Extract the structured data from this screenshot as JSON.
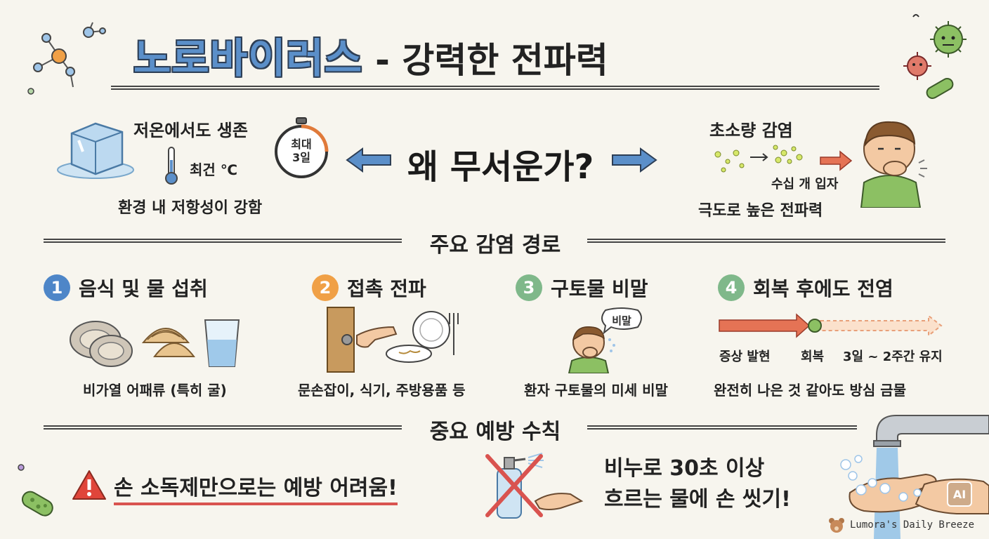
{
  "title": {
    "main": "노로바이러스",
    "sub": "- 강력한 전파력"
  },
  "why": {
    "center": "왜 무서운가?",
    "left": {
      "heading": "저온에서도 생존",
      "temp": "최건 ℃",
      "timer": "최대 3일",
      "caption": "환경 내 저항성이 강함"
    },
    "right": {
      "heading": "초소량 감염",
      "particles": "수십 개 입자",
      "caption": "극도로 높은 전파력"
    }
  },
  "routes": {
    "heading": "주요 감염 경로",
    "items": [
      {
        "num": "1",
        "title": "음식 및 물 섭취",
        "caption": "비가열 어패류 (특히 굴)",
        "color": "#4e86c8"
      },
      {
        "num": "2",
        "title": "접촉 전파",
        "caption": "문손잡이, 식기, 주방용품 등",
        "color": "#f0a046"
      },
      {
        "num": "3",
        "title": "구토물 비말",
        "caption": "환자 구토물의 미세 비말",
        "bubble": "비말",
        "color": "#7fb88a"
      },
      {
        "num": "4",
        "title": "회복 후에도 전염",
        "caption": "완전히 나은 것 같아도 방심 금물",
        "color": "#7fb88a",
        "timeline": {
          "symptom": "증상 발현",
          "recover": "회복",
          "duration": "3일 ~ 2주간 유지"
        }
      }
    ]
  },
  "prevention": {
    "heading": "중요 예방 수칙",
    "warning": "손 소독제만으로는 예방 어려움!",
    "wash_line1": "비누로 30초 이상",
    "wash_line2": "흐르는 물에 손 씻기!"
  },
  "footer": {
    "brand": "Lumora's Daily Breeze",
    "ai_badge": "AI"
  },
  "colors": {
    "title_blue": "#5b8fc9",
    "arrow_blue": "#5b8fc9",
    "red": "#d9534f",
    "green": "#7fb88a",
    "orange": "#f0a046"
  }
}
